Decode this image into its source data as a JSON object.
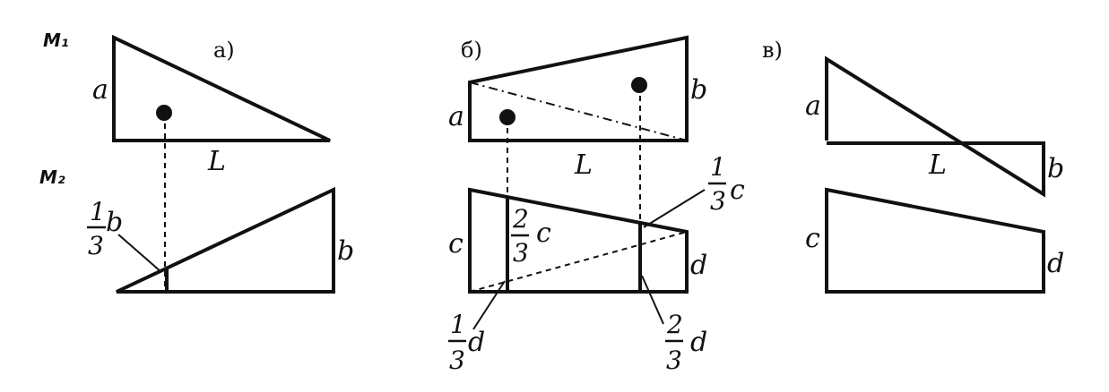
{
  "diagrams": {
    "row_labels": {
      "m1": "M₁",
      "m2": "M₂"
    },
    "panel_a": {
      "tag": "а)",
      "a": "a",
      "L": "L",
      "b": "b",
      "frac_num": "1",
      "frac_den": "3",
      "frac_var": "b"
    },
    "panel_b": {
      "tag": "б)",
      "a": "a",
      "b": "b",
      "L": "L",
      "c": "c",
      "d": "d",
      "f1_num": "1",
      "f1_den": "3",
      "f1_var": "c",
      "f2_num": "2",
      "f2_den": "3",
      "f2_var": "c",
      "f3_num": "1",
      "f3_den": "3",
      "f3_var": "d",
      "f4_num": "2",
      "f4_den": "3",
      "f4_var": "d"
    },
    "panel_c": {
      "tag": "в)",
      "a": "a",
      "L": "L",
      "b": "b",
      "c": "c",
      "d": "d"
    }
  }
}
